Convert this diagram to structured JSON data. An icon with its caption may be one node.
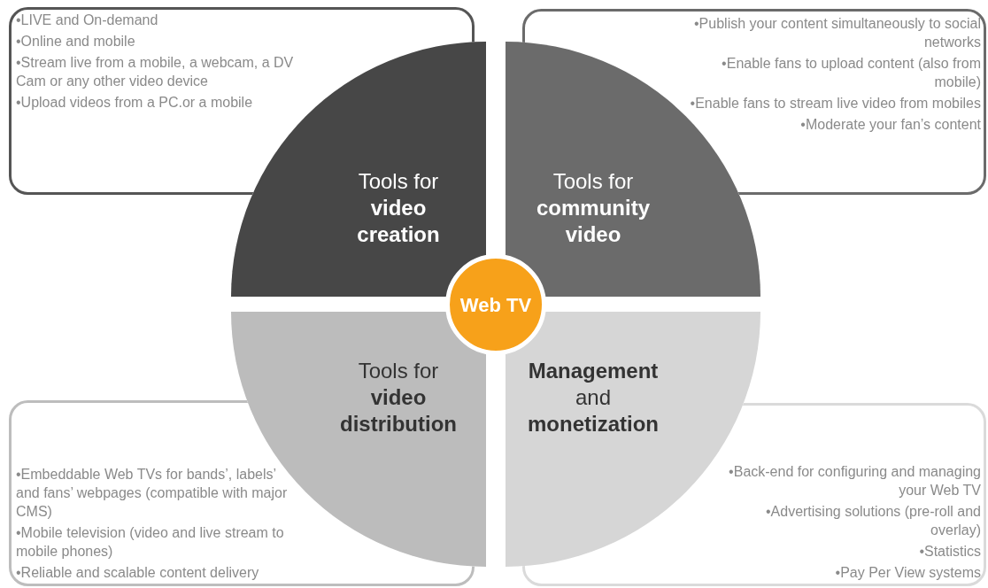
{
  "diagram": {
    "nodes": [
      {
        "text": [
          "•LIVE  and On-demand",
          "•Online and mobile",
          "•Stream live from a mobile, a webcam, a DV Cam or any other video device",
          "•Upload videos from a  PC.or a mobile"
        ]
      },
      {
        "text": [
          "•Publish your content simultaneously to social networks",
          "•Enable fans to upload content (also from mobile)",
          "•Enable fans to stream live video from mobiles",
          "•Moderate your fan’s content"
        ]
      },
      {
        "text": [
          "•Embeddable Web TVs for bands’, labels’ and fans’ webpages  (compatible with major CMS)",
          "•Mobile television (video and live stream to mobile phones)",
          "•Reliable and scalable content delivery"
        ]
      },
      {
        "text": [
          "•Back-end for configuring and managing your Web TV",
          "•Advertising solutions (pre-roll and overlay)",
          "•Statistics",
          "•Pay Per View systems"
        ]
      },
      {
        "text": [
          "Tools for **video creation**"
        ]
      },
      {
        "text": [
          "Tools for **community video**"
        ]
      },
      {
        "text": [
          "Tools for **video distribution**"
        ]
      },
      {
        "text": [
          "**Management** and **monetization**"
        ]
      },
      {
        "text": [
          "Web TV"
        ]
      }
    ]
  }
}
